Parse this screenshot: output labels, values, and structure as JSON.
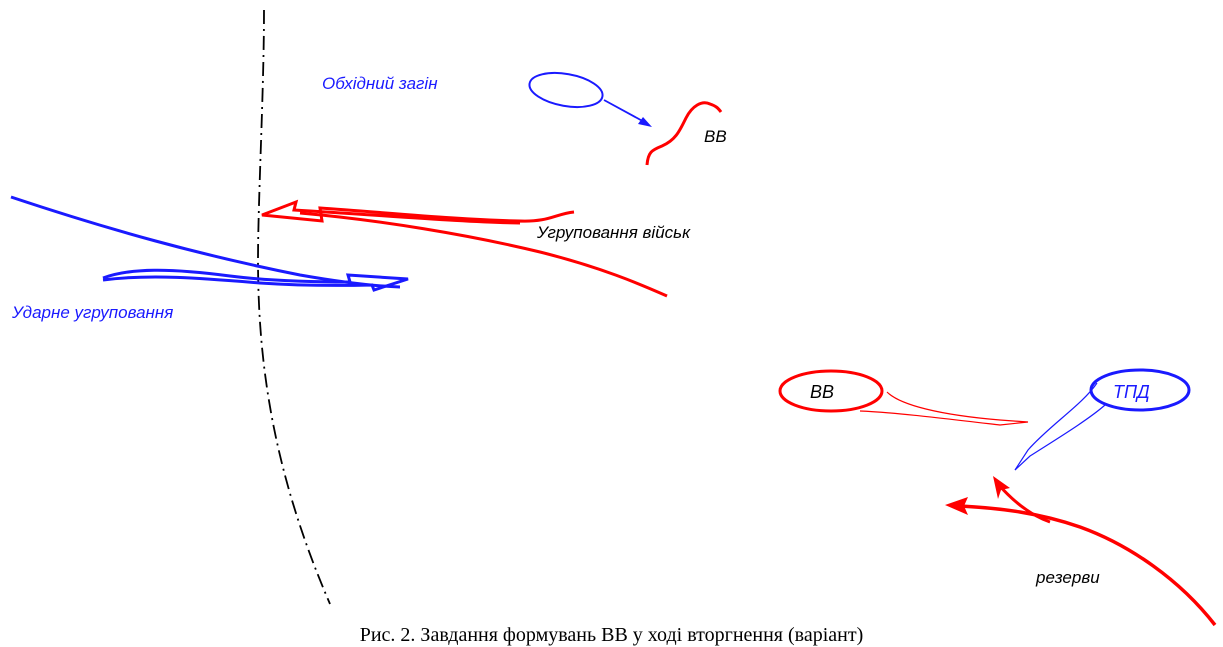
{
  "colors": {
    "friendly": "#1a1aff",
    "enemy": "#ff0000",
    "boundary": "#000000"
  },
  "labels": {
    "bypass": "Обхідний загін",
    "vv_top": "ВВ",
    "troop_grouping": "Угруповання військ",
    "strike_grouping": "Ударне угруповання",
    "vv_circle": "ВВ",
    "tpd_circle": "ТПД",
    "reserves": "резерви"
  },
  "caption": "Рис. 2. Завдання формувань ВВ у ході вторгнення (варіант)"
}
